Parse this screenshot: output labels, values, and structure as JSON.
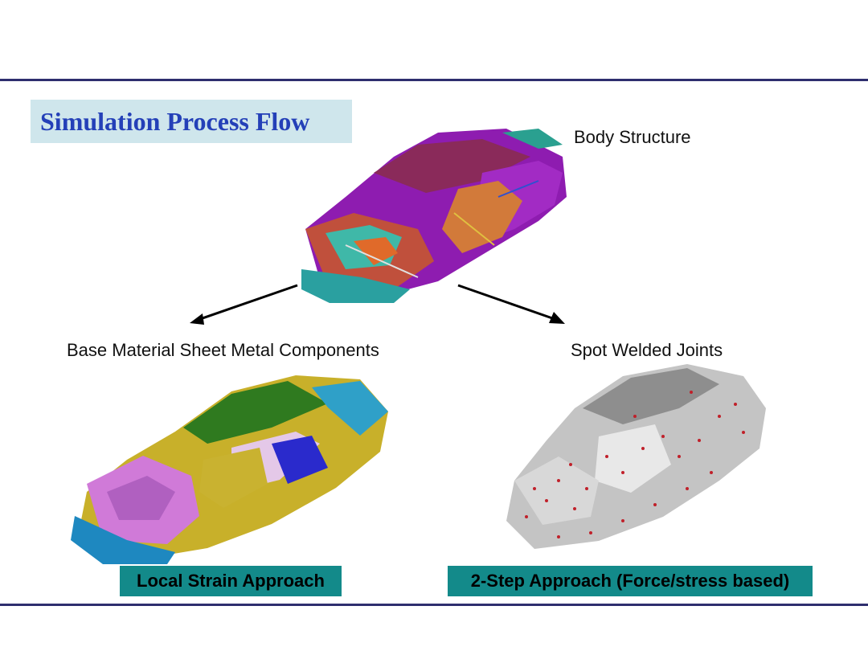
{
  "title": "Simulation Process Flow",
  "top_node": {
    "label": "Body Structure",
    "image": "car-body-fe-model-colored"
  },
  "left_node": {
    "label": "Base Material Sheet Metal Components",
    "image": "car-body-sheet-components",
    "tag": "Local Strain Approach"
  },
  "right_node": {
    "label": "Spot Welded Joints",
    "image": "car-body-spot-welds",
    "tag": "2-Step Approach (Force/stress based)"
  },
  "colors": {
    "rule": "#2e2e6e",
    "title_bg": "#cfe6ec",
    "title_text": "#2440b8",
    "tag_bg": "#138a8a"
  }
}
